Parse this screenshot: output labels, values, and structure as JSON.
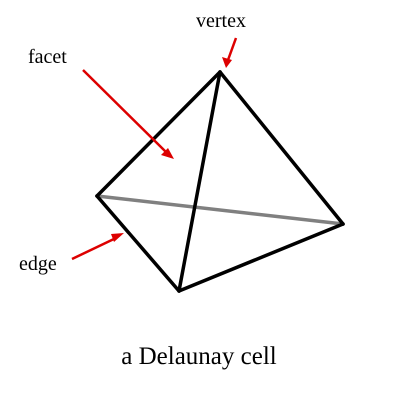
{
  "labels": {
    "vertex": "vertex",
    "facet": "facet",
    "edge": "edge"
  },
  "caption": "a Delaunay cell",
  "colors": {
    "edge": "#000000",
    "hidden_edge": "#808080",
    "arrow": "#dd0000",
    "text": "#000000",
    "background": "#ffffff"
  }
}
